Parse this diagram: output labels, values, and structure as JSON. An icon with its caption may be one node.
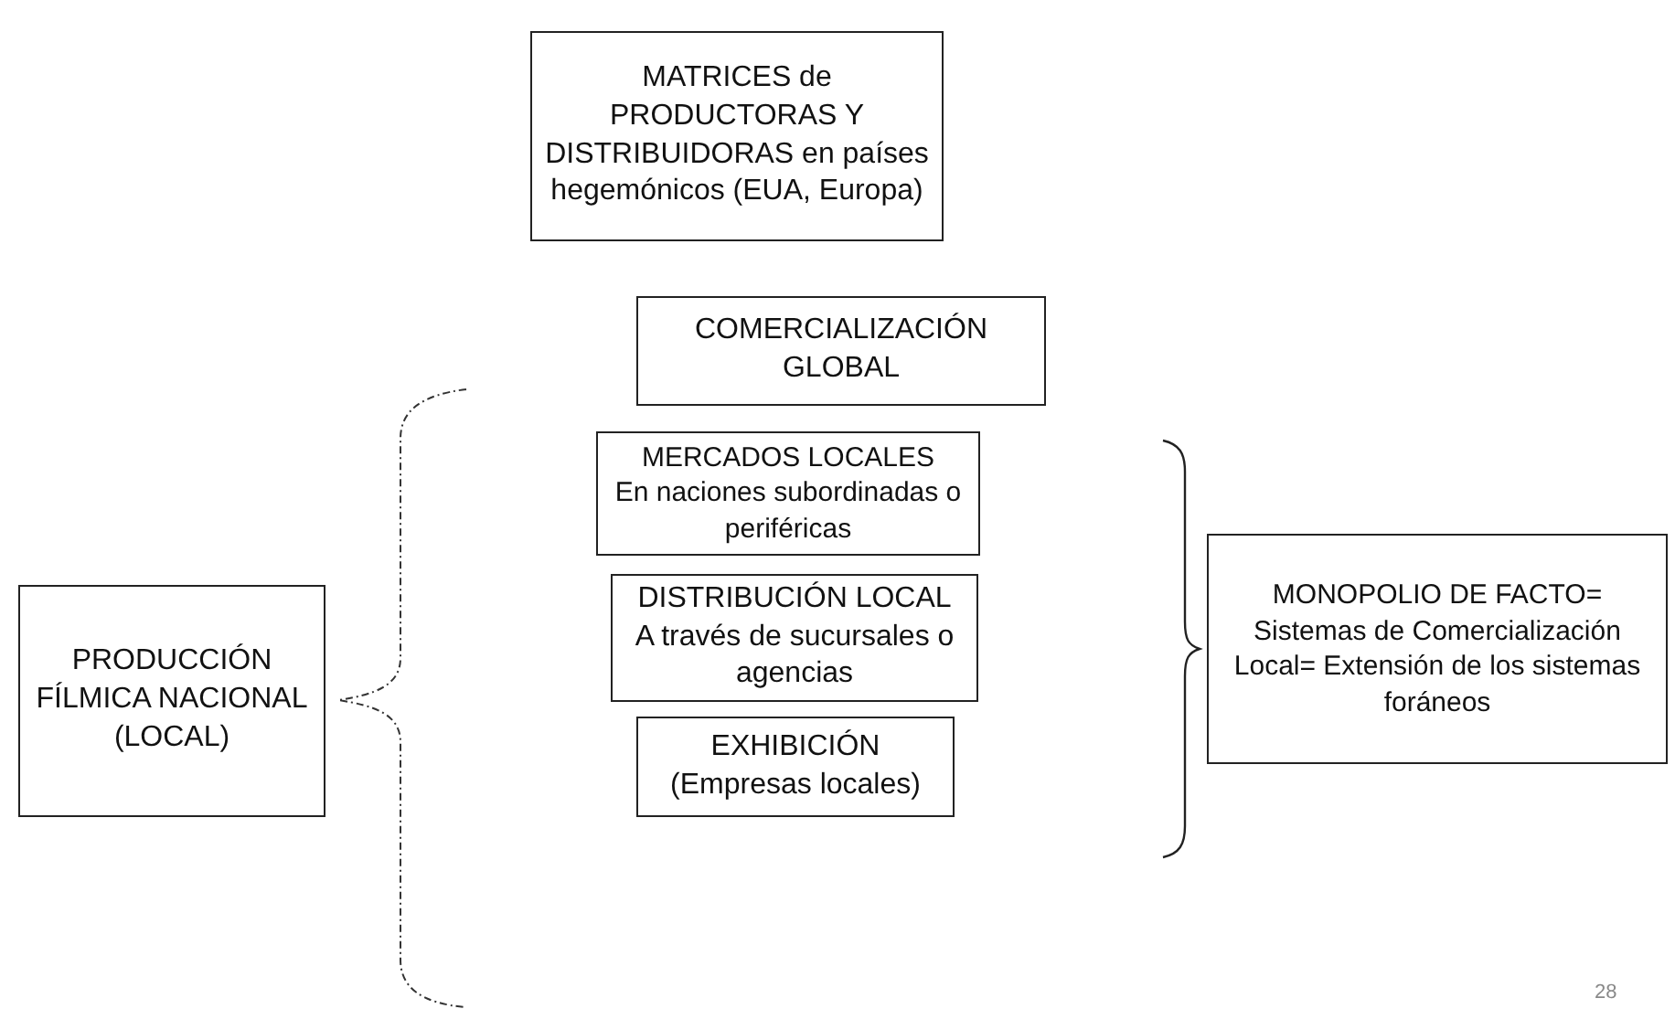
{
  "diagram": {
    "nodes": [
      {
        "text": [
          "MATRICES de PRODUCTORAS Y DISTRIBUIDORAS en países hegemónicos (EUA, Europa)"
        ]
      },
      {
        "text": [
          "COMERCIALIZACIÓN GLOBAL"
        ]
      },
      {
        "text": [
          "MERCADOS LOCALES",
          "En naciones subordinadas o periféricas"
        ]
      },
      {
        "text": [
          "PRODUCCIÓN FÍLMICA NACIONAL (LOCAL)"
        ]
      },
      {
        "text": [
          "DISTRIBUCIÓN LOCAL",
          "A través de sucursales o agencias"
        ]
      },
      {
        "text": [
          "EXHIBICIÓN",
          "(Empresas locales)"
        ]
      },
      {
        "text": [
          "MONOPOLIO DE FACTO= Sistemas de Comercialización Local= Extensión de los sistemas foráneos"
        ]
      }
    ],
    "labels": [
      "28"
    ]
  }
}
